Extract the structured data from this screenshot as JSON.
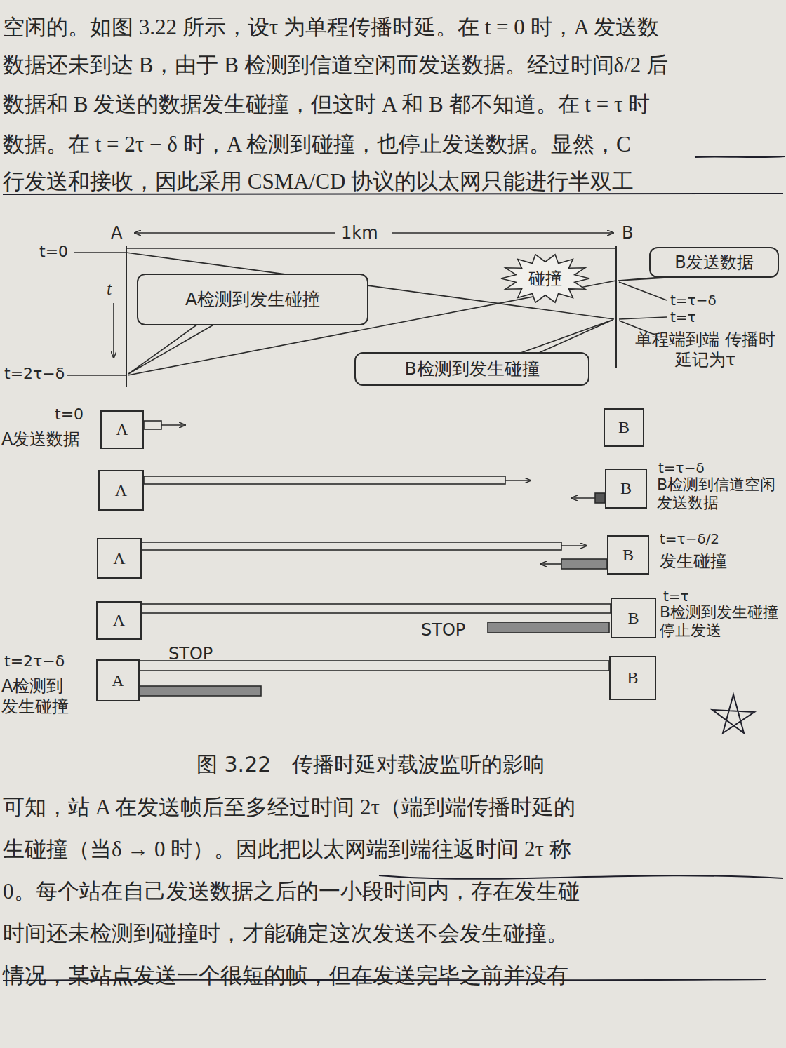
{
  "diagram": {
    "caption": "图 3.22　传播时延对载波监听的影响",
    "nodes": [
      {
        "text": [
          "B发送数据"
        ]
      },
      {
        "text": [
          "碰撞"
        ]
      },
      {
        "text": [
          "A检测到发生碰撞"
        ]
      },
      {
        "text": [
          "B检测到发生碰撞"
        ]
      },
      {
        "text": [
          "A"
        ]
      },
      {
        "text": [
          "B"
        ]
      },
      {
        "text": [
          "A"
        ]
      },
      {
        "text": [
          "B"
        ]
      },
      {
        "text": [
          "A"
        ]
      },
      {
        "text": [
          "B"
        ]
      },
      {
        "text": [
          "A"
        ]
      },
      {
        "text": [
          "B"
        ]
      },
      {
        "text": [
          "A"
        ]
      },
      {
        "text": [
          "B"
        ]
      }
    ],
    "labels": [
      "空闲的。如图 3.22 所示，设τ 为单程传播时延。在 t = 0 时，A 发送数",
      "数据还未到达 B，由于 B 检测到信道空闲而发送数据。经过时间δ/2 后",
      "数据和 B 发送的数据发生碰撞，但这时 A 和 B 都不知道。在 t = τ 时",
      "数据。在 t = 2τ − δ 时，A 检测到碰撞，也停止发送数据。显然，C",
      "行发送和接收，因此采用 CSMA/CD 协议的以太网只能进行半双工",
      "A",
      "1km",
      "B",
      "t=0",
      "t",
      "t=τ−δ",
      "t=τ",
      "单程端到端 传播时延记为τ",
      "t=2τ−δ",
      "t=0",
      "A发送数据",
      "t=τ−δ",
      "B检测到信道空闲 发送数据",
      "t=τ−δ/2",
      "发生碰撞",
      "t=τ",
      "B检测到发生碰撞 停止发送",
      "STOP",
      "STOP",
      "t=2τ−δ",
      "A检测到 发生碰撞",
      "可知，站 A 在发送帧后至多经过时间 2τ（端到端传播时延的",
      "生碰撞（当δ → 0 时）。因此把以太网端到端往返时间 2τ 称",
      "0。每个站在自己发送数据之后的一小段时间内，存在发生碰",
      "时间还未检测到碰撞时，才能确定这次发送不会发生碰撞。",
      "情况，某站点发送一个很短的帧，但在发送完毕之前并没有"
    ]
  }
}
